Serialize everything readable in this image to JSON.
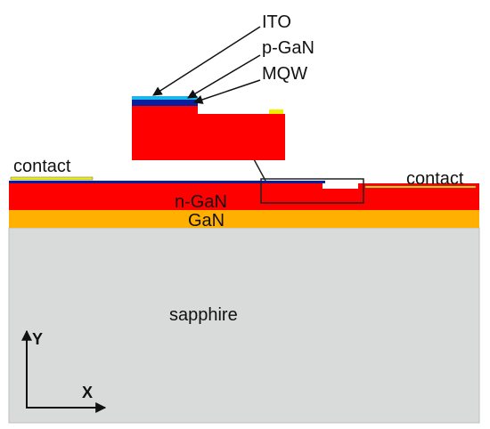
{
  "labels": {
    "ito": "ITO",
    "pgan": "p-GaN",
    "mqw": "MQW",
    "contact_left": "contact",
    "contact_right": "contact",
    "ngan": "n-GaN",
    "gan": "GaN",
    "sapphire": "sapphire",
    "axis_y": "Y",
    "axis_x": "X"
  },
  "colors": {
    "ngan": "#ff0000",
    "gan": "#ffb000",
    "sapphire": "#d9dbda",
    "mqw": "#0a1f9e",
    "ito": "#1ab7ea",
    "contact": "#f2ee00",
    "outline": "#222222"
  }
}
